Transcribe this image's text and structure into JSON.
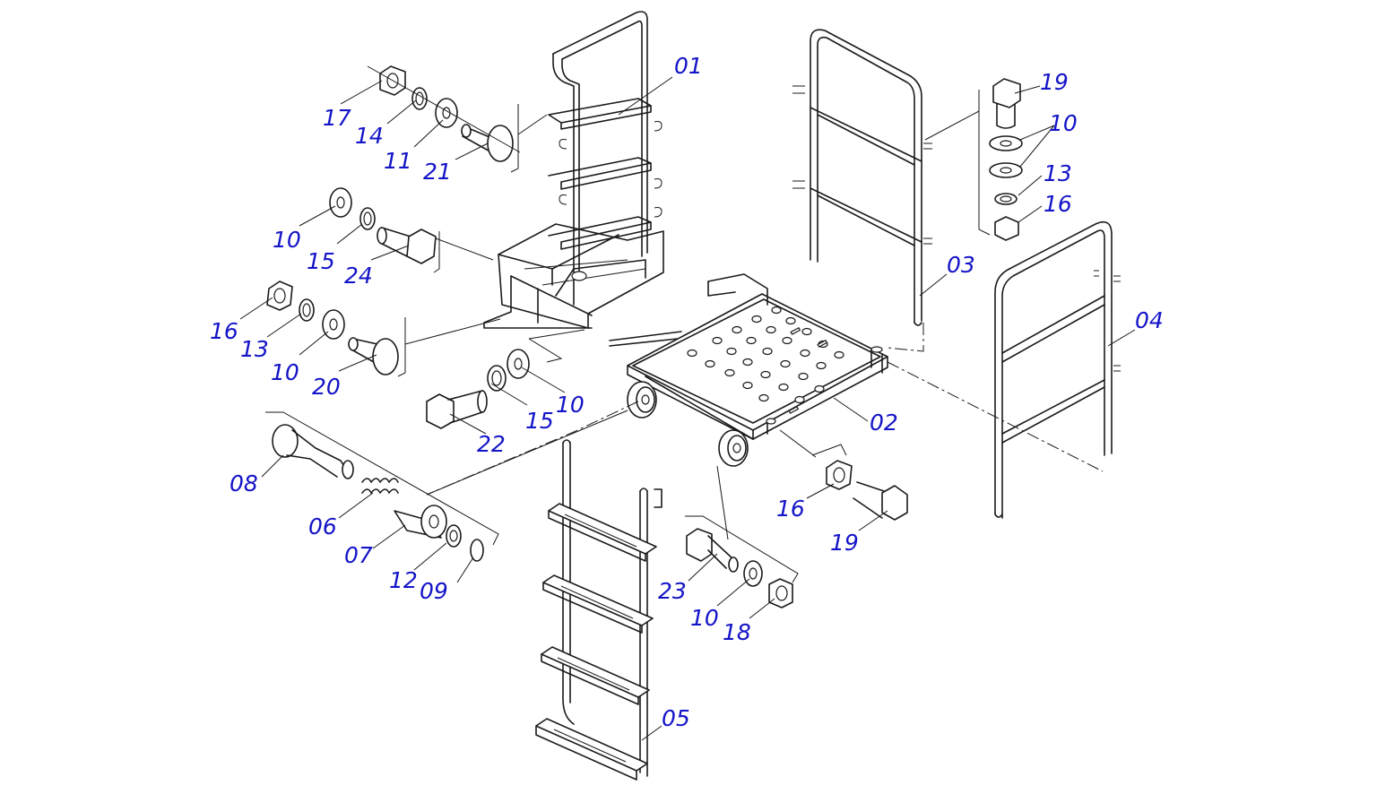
{
  "diagram": {
    "colors": {
      "line": "#1a1a1a",
      "label": "#1414c8",
      "background": "#ffffff"
    },
    "parts": [
      {
        "id": "p01",
        "name": "part-01-upper-ladder-frame",
        "label": "01"
      },
      {
        "id": "p02",
        "name": "part-02-platform-deck",
        "label": "02"
      },
      {
        "id": "p03",
        "name": "part-03-handrail-left",
        "label": "03"
      },
      {
        "id": "p04",
        "name": "part-04-handrail-right",
        "label": "04"
      },
      {
        "id": "p05",
        "name": "part-05-lower-ladder",
        "label": "05"
      },
      {
        "id": "p06",
        "name": "part-06-spring",
        "label": "06"
      },
      {
        "id": "p07",
        "name": "part-07-roller-sleeve",
        "label": "07"
      },
      {
        "id": "p08",
        "name": "part-08-pivot-pin",
        "label": "08"
      }
    ],
    "callouts": [
      {
        "key": "c01",
        "text": "01"
      },
      {
        "key": "c02",
        "text": "02"
      },
      {
        "key": "c03",
        "text": "03"
      },
      {
        "key": "c04",
        "text": "04"
      },
      {
        "key": "c05",
        "text": "05"
      },
      {
        "key": "c06",
        "text": "06"
      },
      {
        "key": "c07",
        "text": "07"
      },
      {
        "key": "c08",
        "text": "08"
      },
      {
        "key": "c09",
        "text": "09"
      },
      {
        "key": "c10a",
        "text": "10"
      },
      {
        "key": "c10b",
        "text": "10"
      },
      {
        "key": "c10c",
        "text": "10"
      },
      {
        "key": "c10d",
        "text": "10"
      },
      {
        "key": "c10e",
        "text": "10"
      },
      {
        "key": "c11",
        "text": "11"
      },
      {
        "key": "c12",
        "text": "12"
      },
      {
        "key": "c13a",
        "text": "13"
      },
      {
        "key": "c13b",
        "text": "13"
      },
      {
        "key": "c14",
        "text": "14"
      },
      {
        "key": "c15a",
        "text": "15"
      },
      {
        "key": "c15b",
        "text": "15"
      },
      {
        "key": "c16a",
        "text": "16"
      },
      {
        "key": "c16b",
        "text": "16"
      },
      {
        "key": "c16c",
        "text": "16"
      },
      {
        "key": "c17",
        "text": "17"
      },
      {
        "key": "c18",
        "text": "18"
      },
      {
        "key": "c19a",
        "text": "19"
      },
      {
        "key": "c19b",
        "text": "19"
      },
      {
        "key": "c20",
        "text": "20"
      },
      {
        "key": "c21",
        "text": "21"
      },
      {
        "key": "c22",
        "text": "22"
      },
      {
        "key": "c23",
        "text": "23"
      },
      {
        "key": "c24",
        "text": "24"
      }
    ]
  }
}
